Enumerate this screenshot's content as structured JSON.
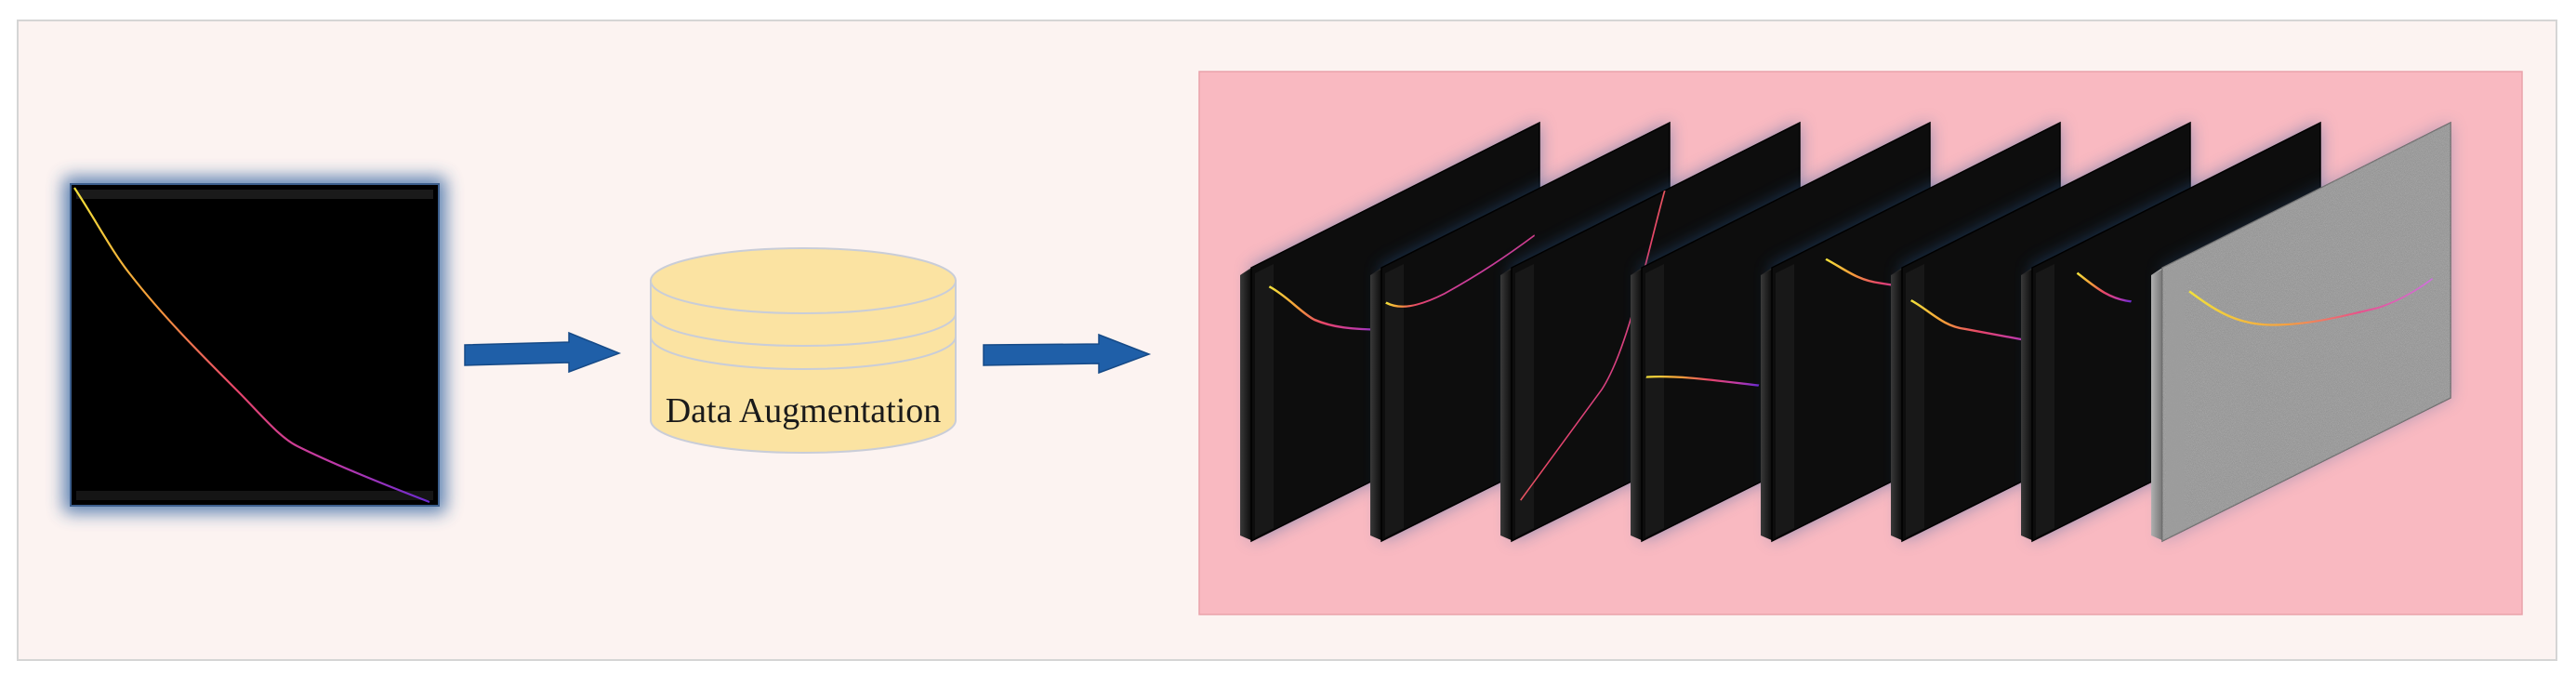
{
  "diagram": {
    "augmentation_label": "Data Augmentation",
    "colors": {
      "panel_background": "#fcf3f1",
      "panel_border": "#d5d5d5",
      "output_background": "#f9b9c1",
      "arrow": "#1f5fa8",
      "cylinder_fill": "#fbe3a2",
      "cylinder_stroke": "#c9cdd8",
      "image_glow": "#2a5e9e",
      "card_face": "#0d0d0d",
      "card_noisy": "#8e8e8e"
    },
    "input_image": {
      "icon": "loss-curve-image-icon"
    },
    "augmented_images": [
      {
        "variant": "dark"
      },
      {
        "variant": "dark"
      },
      {
        "variant": "dark"
      },
      {
        "variant": "dark"
      },
      {
        "variant": "dark"
      },
      {
        "variant": "dark"
      },
      {
        "variant": "dark"
      },
      {
        "variant": "noisy"
      }
    ]
  }
}
